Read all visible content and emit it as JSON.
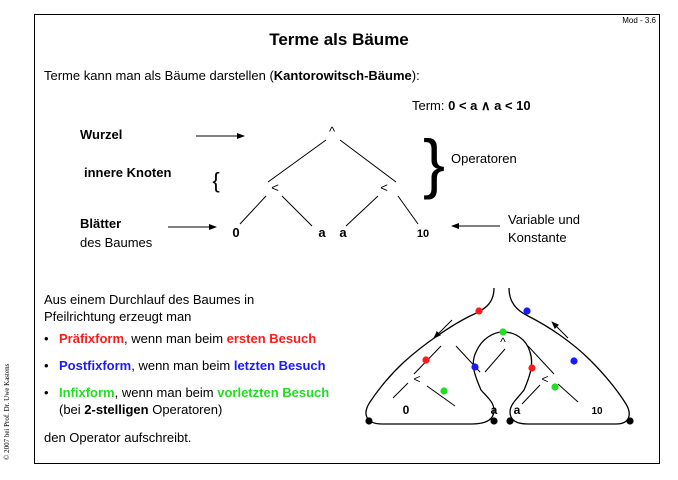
{
  "header": {
    "page_number": "Mod - 3.6",
    "title": "Terme als Bäume"
  },
  "intro": {
    "text_before": "Terme kann man als Bäume darstellen (",
    "bold": "Kantorowitsch-Bäume",
    "text_after": "):"
  },
  "term": {
    "label": "Term: ",
    "expression": "0 < a ∧ a < 10"
  },
  "tree": {
    "root_label": "Wurzel",
    "inner_label": "innere Knoten",
    "leaves_label": "Blätter",
    "leaves_sub": "des Baumes",
    "operators_label": "Operatoren",
    "varconst_line1": "Variable und",
    "varconst_line2": "Konstante",
    "nodes": {
      "root": "^",
      "left_op": "<",
      "right_op": "<",
      "leaf_0": "0",
      "leaf_a1": "a",
      "leaf_a2": "a",
      "leaf_10": "10"
    }
  },
  "traversal": {
    "intro_line1": "Aus einem Durchlauf des Baumes in",
    "intro_line2": "Pfeilrichtung erzeugt man",
    "items": [
      {
        "bullet": "•",
        "name": "Präfixform",
        "mid": ", wenn man beim ",
        "visit": "ersten Besuch",
        "after": ""
      },
      {
        "bullet": "•",
        "name": "Postfixform",
        "mid": ", wenn man beim ",
        "visit": "letzten Besuch",
        "after": ""
      },
      {
        "bullet": "•",
        "name": "Infixform",
        "mid": ", wenn man beim ",
        "visit": "vorletzten Besuch",
        "after": ""
      }
    ],
    "note_before": "(bei ",
    "note_bold": "2-stelligen",
    "note_after": " Operatoren)",
    "footer": "den Operator aufschreibt.",
    "colors": {
      "prefix": "#ff1a1a",
      "postfix": "#1a1aff",
      "infix": "#22dd22"
    }
  },
  "copyright": "© 2007 bei Prof. Dr. Uwe Kastens"
}
